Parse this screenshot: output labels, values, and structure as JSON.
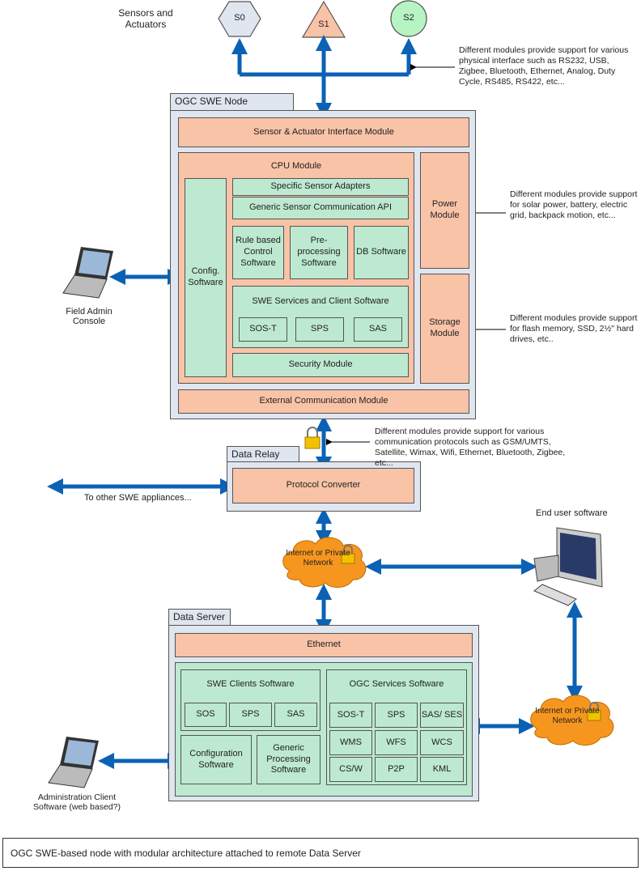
{
  "sensors_label": "Sensors and Actuators",
  "sensors": [
    {
      "label": "S0",
      "shape": "hexagon",
      "color": "#dfe6f0"
    },
    {
      "label": "S1",
      "shape": "triangle",
      "color": "#f9c3a7"
    },
    {
      "label": "S2",
      "shape": "circle",
      "color": "#b6f5c2"
    }
  ],
  "notes": {
    "interface": "Different modules provide support for various physical interface such as RS232, USB, Zigbee, Bluetooth, Ethernet, Analog, Duty Cycle, RS485, RS422, etc...",
    "power": "Different modules provide support for solar power, battery, electric grid, backpack motion, etc...",
    "storage": "Different modules provide support for flash memory, SSD, 2½\" hard drives, etc..",
    "comm": "Different modules provide support for various communication protocols such as GSM/UMTS, Satellite, Wimax, Wifi, Ethernet, Bluetooth, Zigbee, etc..."
  },
  "node": {
    "tab": "OGC SWE Node",
    "sensor_interface": "Sensor & Actuator Interface Module",
    "cpu": "CPU Module",
    "config": "Config. Software",
    "specific_adapters": "Specific Sensor Adapters",
    "generic_api": "Generic Sensor Communication API",
    "rule_based": "Rule based Control Software",
    "preprocessing": "Pre-processing Software",
    "db": "DB Software",
    "swe_services": "SWE Services and Client Software",
    "services": [
      "SOS-T",
      "SPS",
      "SAS"
    ],
    "security": "Security Module",
    "power": "Power Module",
    "storage": "Storage Module",
    "external_comm": "External Communication Module"
  },
  "field_admin": "Field Admin Console",
  "relay": {
    "tab": "Data Relay",
    "protocol_converter": "Protocol Converter",
    "other_appliances": "To other SWE appliances..."
  },
  "cloud_label": "Internet or Private Network",
  "end_user": "End user software",
  "server": {
    "tab": "Data Server",
    "ethernet": "Ethernet",
    "swe_clients": "SWE Clients Software",
    "clients": [
      "SOS",
      "SPS",
      "SAS"
    ],
    "configuration": "Configuration Software",
    "generic_processing": "Generic Processing Software",
    "ogc_services": "OGC Services Software",
    "ogc_grid": [
      "SOS-T",
      "SPS",
      "SAS/ SES",
      "WMS",
      "WFS",
      "WCS",
      "CS/W",
      "P2P",
      "KML"
    ]
  },
  "admin_client": "Administration Client Software (web based?)",
  "caption": "OGC SWE-based node with modular architecture attached to remote Data Server",
  "colors": {
    "arrow": "#0b62b5",
    "module": "#f9c3a7",
    "software": "#bde9d0",
    "container": "#dfe6f0",
    "cloud": "#f7961e"
  }
}
